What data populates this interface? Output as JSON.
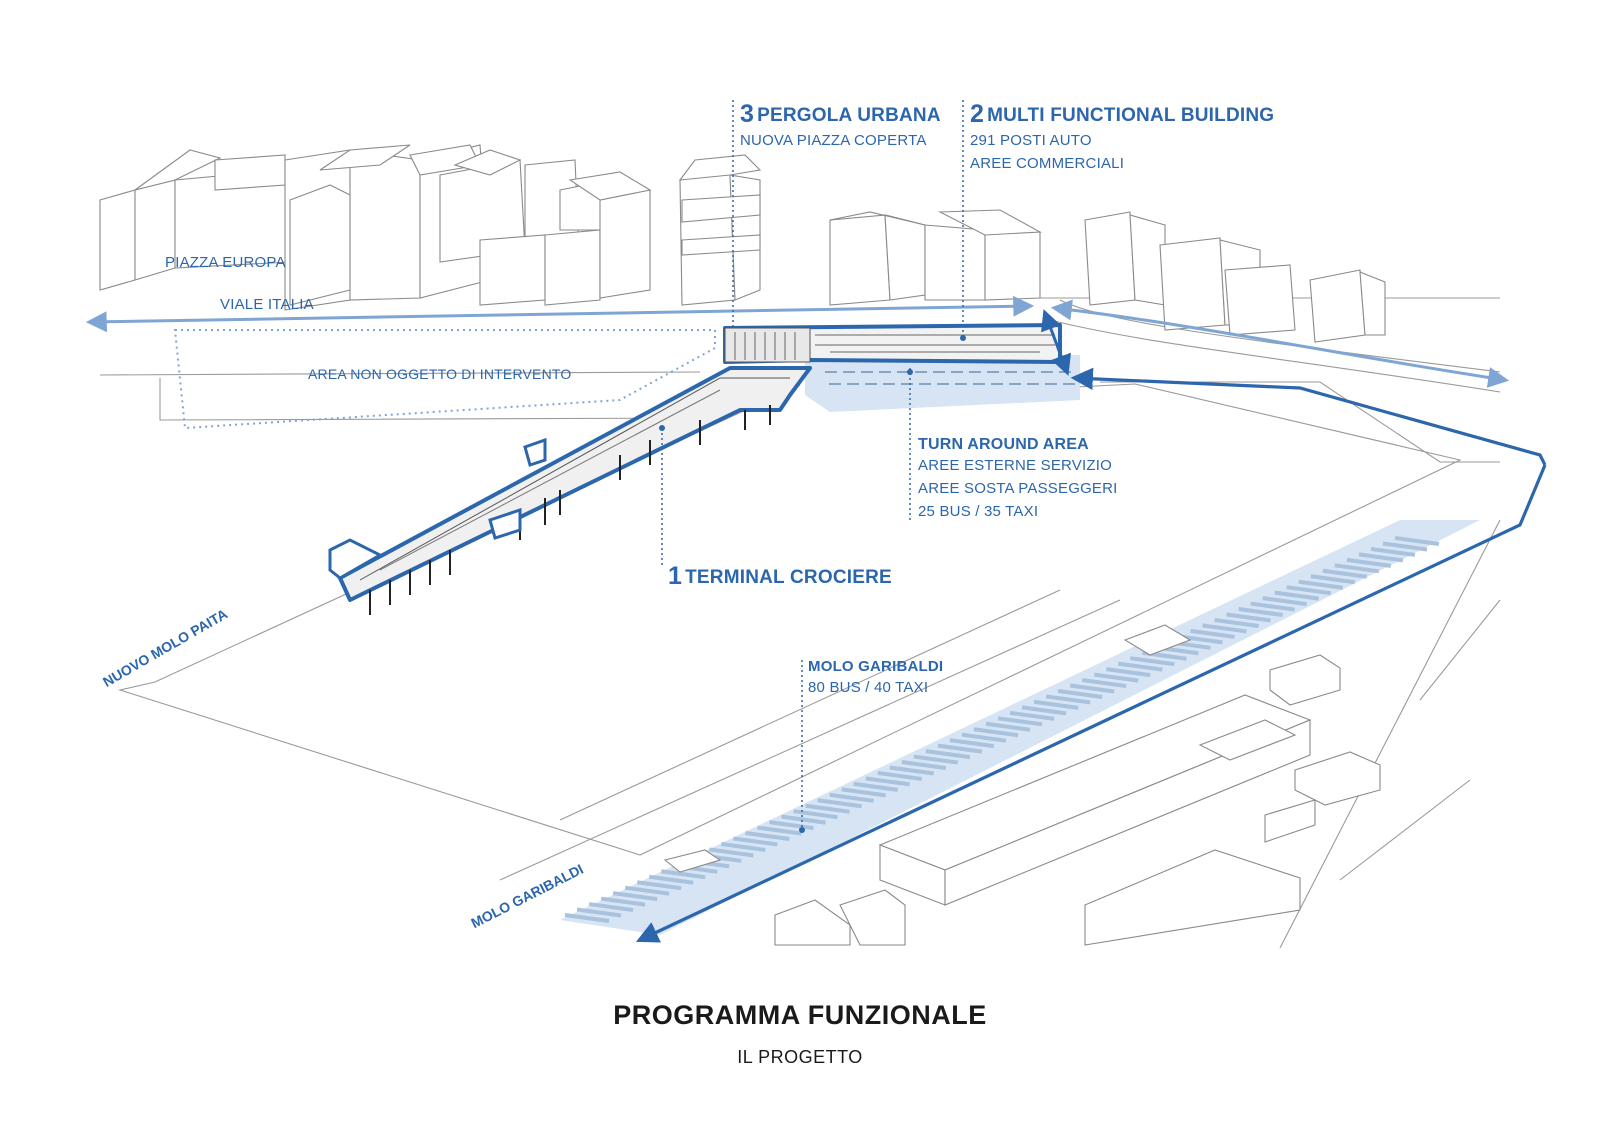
{
  "labels": {
    "pergola": {
      "number": "3",
      "heading": "PERGOLA URBANA",
      "lines": [
        "NUOVA PIAZZA COPERTA"
      ]
    },
    "multi": {
      "number": "2",
      "heading": "MULTI FUNCTIONAL BUILDING",
      "lines": [
        "291 POSTI AUTO",
        "AREE COMMERCIALI"
      ]
    },
    "turn": {
      "heading": "TURN AROUND AREA",
      "lines": [
        "AREE ESTERNE SERVIZIO",
        "AREE SOSTA PASSEGGERI",
        "25 BUS / 35 TAXI"
      ]
    },
    "terminal": {
      "number": "1",
      "heading": "TERMINAL CROCIERE"
    },
    "garibaldi": {
      "heading": "MOLO GARIBALDI",
      "lines": [
        "80 BUS / 40 TAXI"
      ]
    },
    "piazza_europa": "PIAZZA EUROPA",
    "viale_italia": "VIALE ITALIA",
    "area_non": "AREA NON OGGETTO DI INTERVENTO",
    "nuovo_molo_paita": "NUOVO MOLO PAITA",
    "molo_garibaldi_pier": "MOLO GARIBALDI"
  },
  "footer": {
    "title": "PROGRAMMA FUNZIONALE",
    "subtitle": "IL PROGETTO"
  },
  "colors": {
    "accent": "#2c66ad",
    "accent_light": "#7fa5d4",
    "fill_light": "#d6e4f3",
    "building_stroke": "#8a8a8a"
  }
}
